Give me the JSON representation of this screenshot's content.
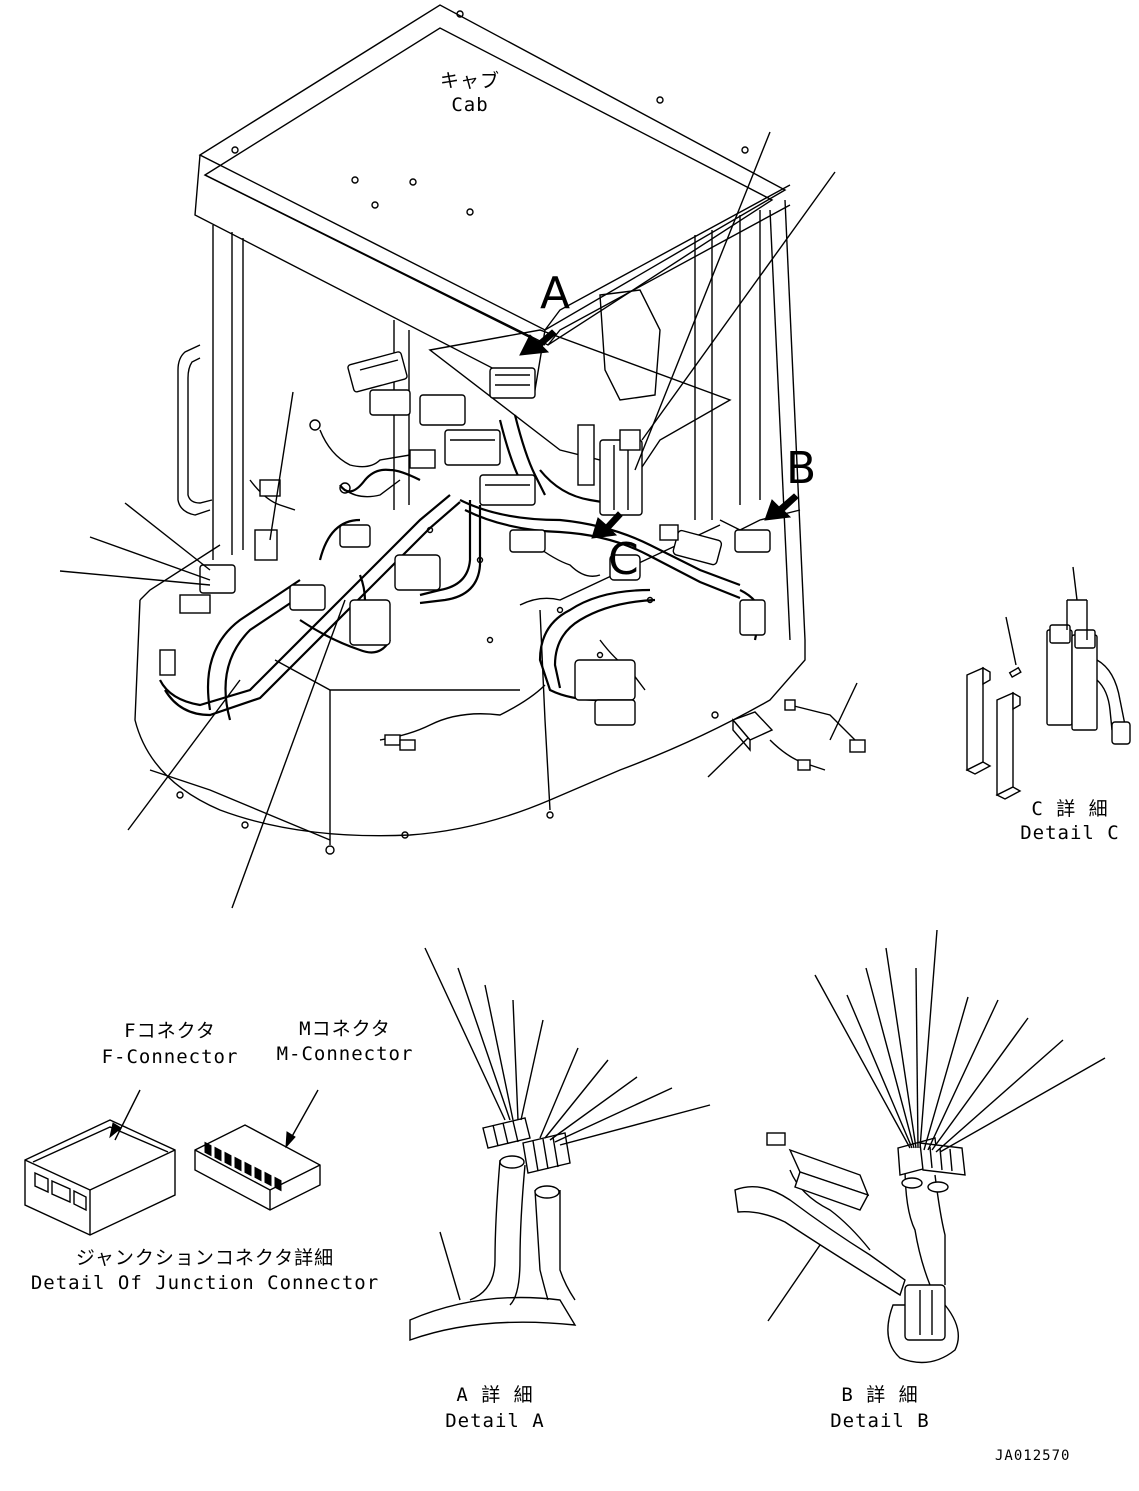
{
  "labels": {
    "cab_jp": "キャブ",
    "cab_en": "Cab",
    "callout_a": "A",
    "callout_b": "B",
    "callout_c": "C",
    "detail_c_jp": "C 詳 細",
    "detail_c_en": "Detail C",
    "f_connector_jp": "Fコネクタ",
    "f_connector_en": "F-Connector",
    "m_connector_jp": "Mコネクタ",
    "m_connector_en": "M-Connector",
    "junction_jp": "ジャンクションコネクタ詳細",
    "junction_en": "Detail Of Junction Connector",
    "detail_a_jp": "A 詳 細",
    "detail_a_en": "Detail A",
    "detail_b_jp": "B 詳 細",
    "detail_b_en": "Detail B",
    "drawing_code": "JA012570"
  }
}
